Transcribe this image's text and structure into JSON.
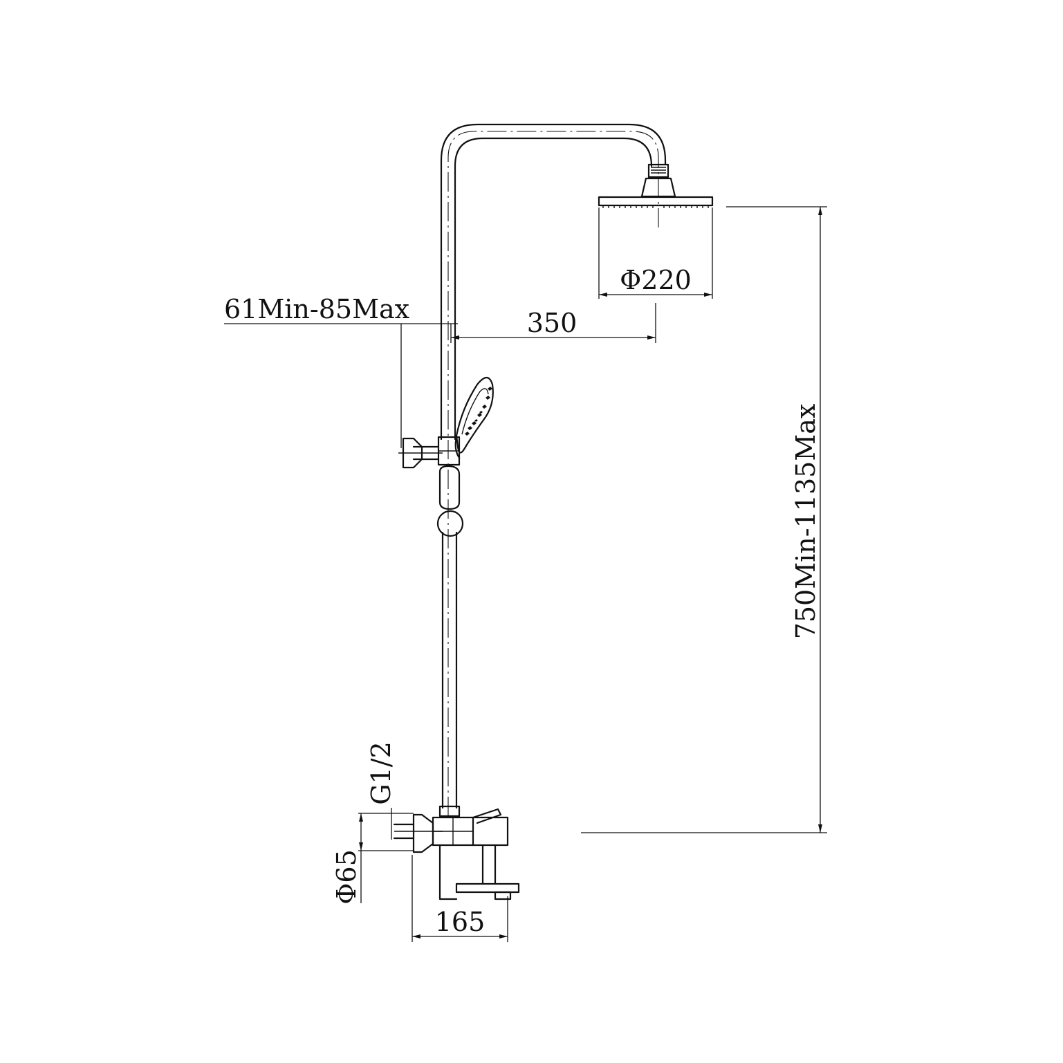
{
  "drawing": {
    "subject": "Shower column with overhead rain shower, hand shower and bath mixer",
    "dimensions": {
      "head_diameter": "Φ220",
      "head_projection": "350",
      "wall_offset": "61Min-85Max",
      "total_height": "750Min-1135Max",
      "inlet_thread": "G1/2",
      "flange_diameter": "Φ65",
      "mixer_depth": "165"
    },
    "colors": {
      "line": "#111111",
      "background": "#ffffff"
    }
  }
}
